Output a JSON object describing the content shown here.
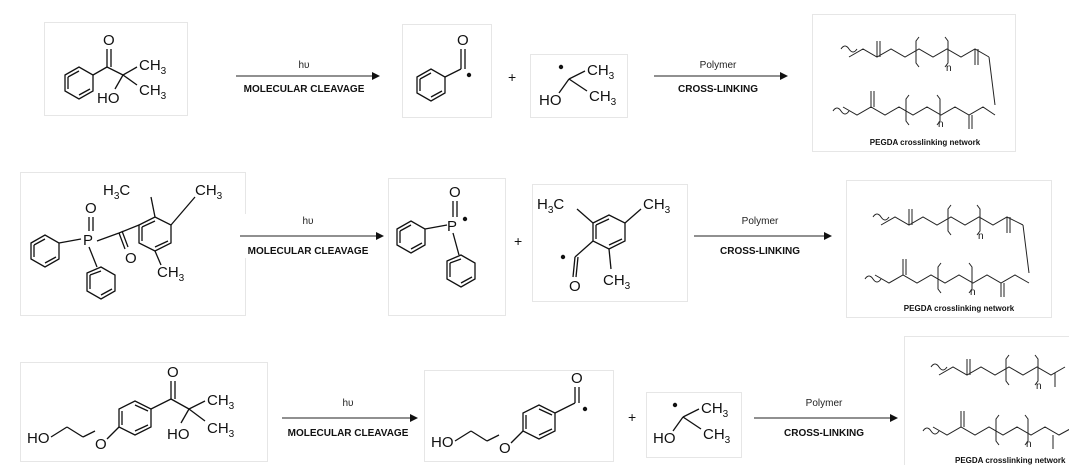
{
  "rows": [
    {
      "arrow1": {
        "top": "hυ",
        "bottom": "MOLECULAR CLEAVAGE"
      },
      "arrow2": {
        "top": "Polymer",
        "bottom": "CROSS-LINKING"
      },
      "plus": "+",
      "network_caption": "PEGDA crosslinking network"
    },
    {
      "arrow1": {
        "top": "hυ",
        "bottom": "MOLECULAR CLEAVAGE"
      },
      "arrow2": {
        "top": "Polymer",
        "bottom": "CROSS-LINKING"
      },
      "plus": "+",
      "network_caption": "PEGDA crosslinking network"
    },
    {
      "arrow1": {
        "top": "hυ",
        "bottom": "MOLECULAR CLEAVAGE"
      },
      "arrow2": {
        "top": "Polymer",
        "bottom": "CROSS-LINKING"
      },
      "plus": "+",
      "network_caption": "PEGDA crosslinking network"
    }
  ],
  "atoms": {
    "O": "O",
    "HO": "HO",
    "CH3": "CH",
    "sub3": "3",
    "H3C": "H",
    "sub3b": "3",
    "C": "C",
    "P": "P",
    "n": "n"
  }
}
